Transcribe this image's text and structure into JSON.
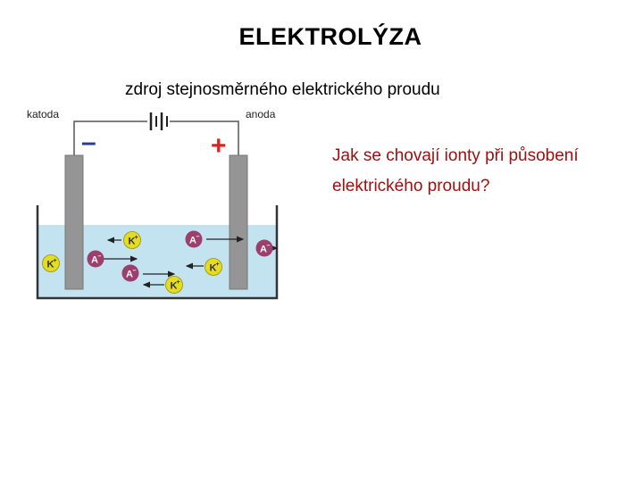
{
  "title": "ELEKTROLÝZA",
  "subtitle": "zdroj stejnosměrného elektrického proudu",
  "question": {
    "line1": "Jak se chovají ionty při působení",
    "line2": "elektrického proudu?"
  },
  "diagram": {
    "cathode_label": "katoda",
    "anode_label": "anoda",
    "minus_sign": "–",
    "plus_sign": "+",
    "cation_label": "K",
    "anion_label": "A",
    "cation_charge": "+",
    "anion_charge": "–"
  },
  "colors": {
    "electrolyte": "#c3e3f1",
    "electrode": "#959595",
    "cation": "#e4dc1f",
    "anion": "#9c3f6c",
    "question_text": "#a01010",
    "minus": "#2b3a8f",
    "plus": "#e02020"
  }
}
